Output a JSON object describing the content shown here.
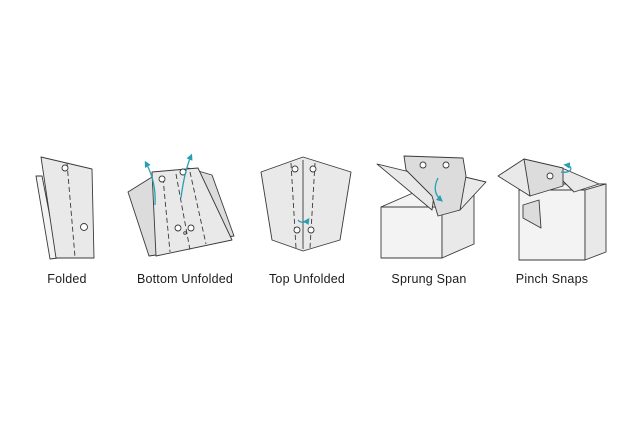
{
  "colors": {
    "panel": "#e9e9e9",
    "panel_light": "#f3f3f3",
    "panel_dark": "#dcdcdc",
    "outline": "#3a3a3a",
    "accent": "#2a9fb4"
  },
  "steps": [
    {
      "label": "Folded"
    },
    {
      "label": "Bottom Unfolded"
    },
    {
      "label": "Top Unfolded"
    },
    {
      "label": "Sprung Span"
    },
    {
      "label": "Pinch Snaps"
    }
  ]
}
